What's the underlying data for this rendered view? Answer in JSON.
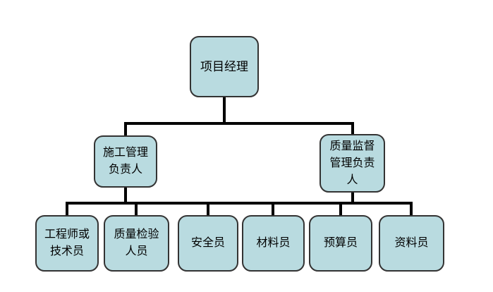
{
  "org_chart": {
    "root": {
      "label": "项目经理"
    },
    "level2": [
      {
        "label": "施工管理\n负责人"
      },
      {
        "label": "质量监督\n管理负责\n人"
      }
    ],
    "level3": [
      {
        "label": "工程师或\n技术员"
      },
      {
        "label": "质量检验\n人员"
      },
      {
        "label": "安全员"
      },
      {
        "label": "材料员"
      },
      {
        "label": "预算员"
      },
      {
        "label": "资料员"
      }
    ],
    "colors": {
      "node_fill": "#b9dbe0",
      "node_border": "#333333",
      "connector": "#000000",
      "background": "#ffffff",
      "text": "#000000"
    }
  }
}
